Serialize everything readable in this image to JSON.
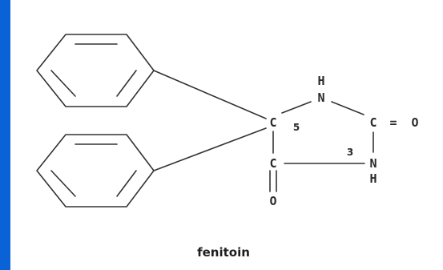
{
  "accent_color": "#0a63d6",
  "molecule": {
    "name": "fenitoin",
    "atoms": {
      "c5": "C",
      "c5_number": "5",
      "n1_h": "H",
      "n1": "N",
      "c2": "C",
      "o2": "O",
      "n3": "N",
      "n3_h": "H",
      "n3_number": "3",
      "c4": "C",
      "o4": "O"
    },
    "bonds": {
      "c2_o2": "=",
      "c4_o4": "double"
    }
  }
}
